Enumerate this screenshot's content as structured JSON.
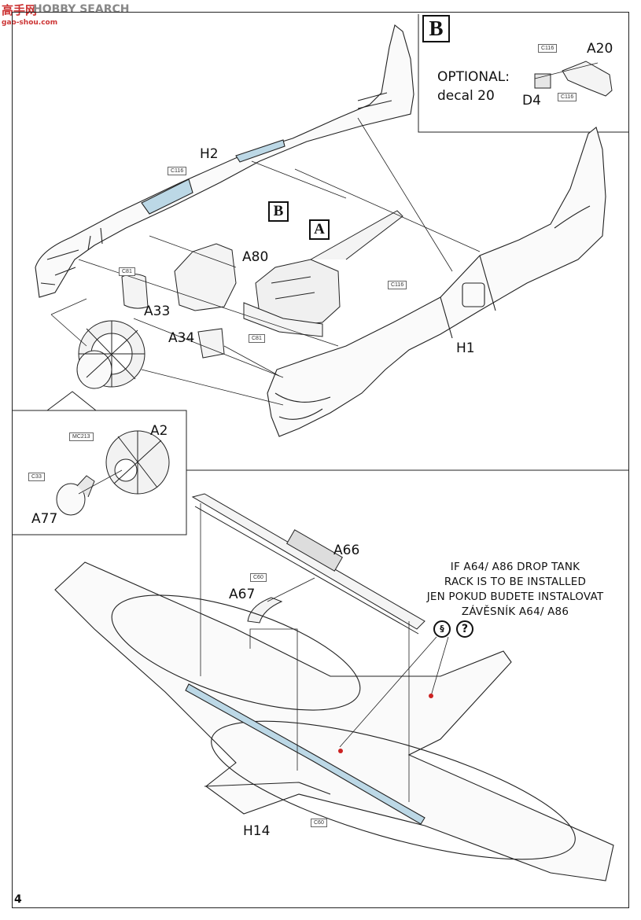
{
  "watermark": {
    "logo": "高手网",
    "brand": "HOBBY SEARCH",
    "url": "gao-shou.com"
  },
  "page_number": "4",
  "labels": {
    "h2": "H2",
    "h1": "H1",
    "a80": "A80",
    "a33": "A33",
    "a34": "A34",
    "a20": "A20",
    "d4": "D4",
    "a2": "A2",
    "a77": "A77",
    "a66": "A66",
    "a67": "A67",
    "h14": "H14"
  },
  "part_boxes": {
    "c116_top": "C116",
    "c116_b1": "C116",
    "c116_b2": "C116",
    "c116_h1": "C116",
    "c81_a33": "C81",
    "c81_a34": "C81",
    "mc213": "MC213",
    "c33": "C33",
    "c60_a67": "C60",
    "c60_h14": "C60"
  },
  "markers": {
    "b_main": "B",
    "b_inset": "B",
    "a": "A"
  },
  "optional": {
    "line1": "OPTIONAL:",
    "line2": "decal 20"
  },
  "drop_tank_note": [
    "IF A64/ A86 DROP TANK",
    "RACK IS TO BE INSTALLED",
    "JEN POKUD BUDETE INSTALOVAT",
    "ZÁVĚSNÍK A64/ A86"
  ],
  "icons": {
    "drill": "drill-holes-icon",
    "question": "question-icon"
  },
  "colors": {
    "line": "#222222",
    "highlight_blue": "#bcd8e6",
    "hole_red": "#cc2222",
    "tone": "#e8e8e8"
  }
}
